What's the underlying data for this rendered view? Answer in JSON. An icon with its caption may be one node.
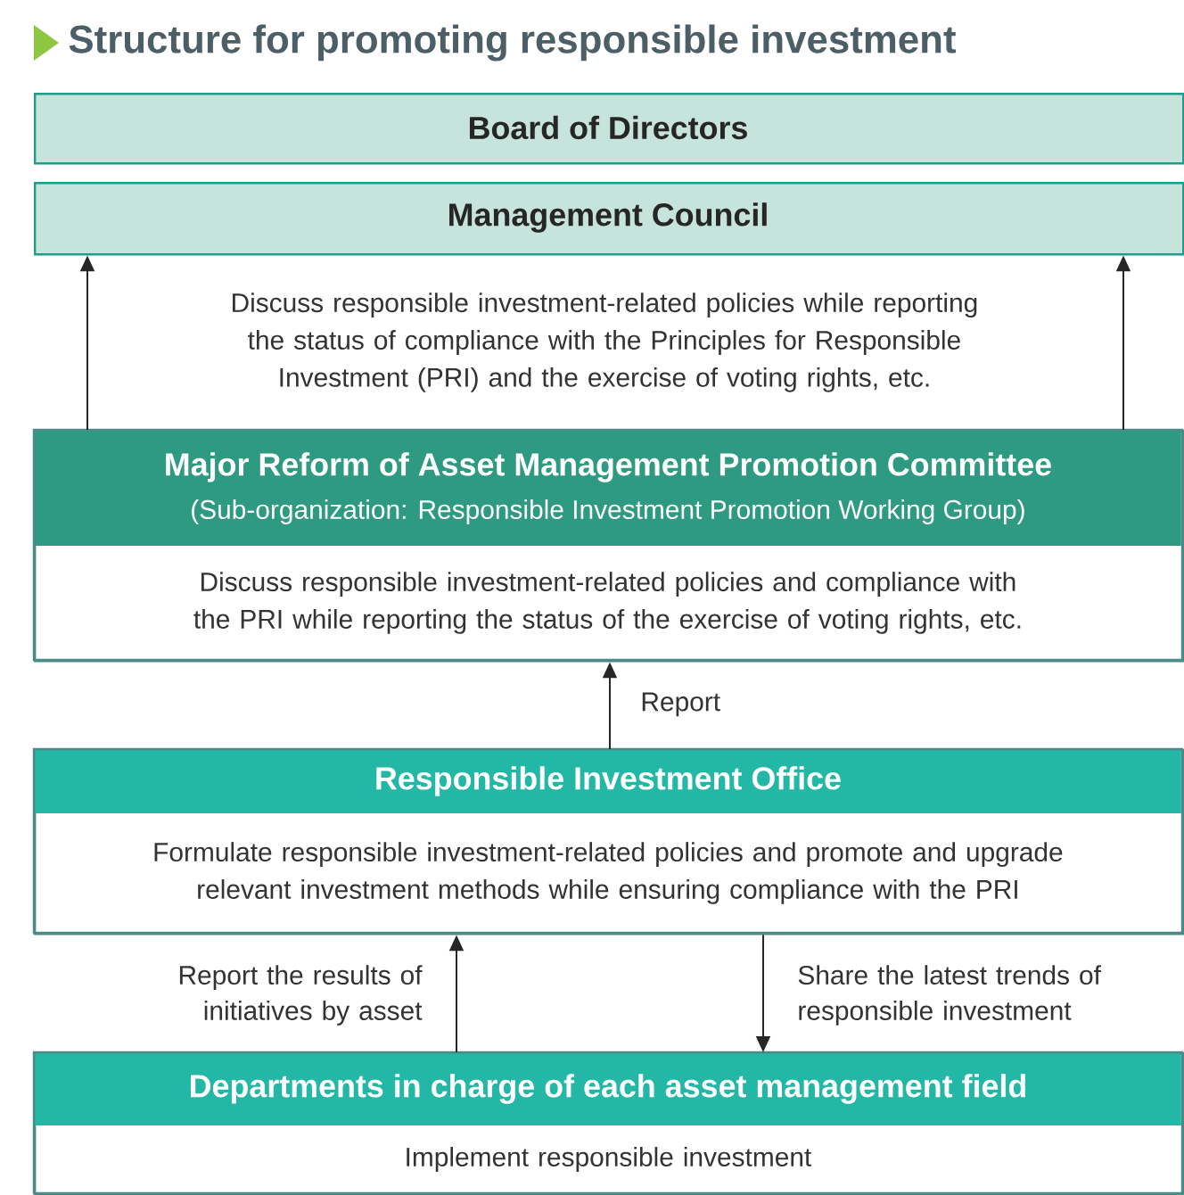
{
  "diagram": {
    "title": "Structure for promoting responsible investment",
    "nodes": [
      {
        "text": [
          "Board of Directors"
        ]
      },
      {
        "text": [
          "Management Council"
        ]
      },
      {
        "text": [
          "Major Reform of Asset Management Promotion Committee",
          "(Sub-organization: Responsible Investment Promotion Working Group)",
          "Discuss responsible investment-related policies and compliance with the PRI while reporting the status of the exercise of voting rights, etc."
        ]
      },
      {
        "text": [
          "Responsible Investment Office",
          "Formulate responsible investment-related policies and promote and upgrade relevant investment methods while ensuring compliance with the PRI"
        ]
      },
      {
        "text": [
          "Departments in charge of each asset management field",
          "Implement responsible investment"
        ]
      }
    ],
    "edges": [
      {
        "from": 2,
        "to": 1,
        "arrow": "to"
      },
      {
        "from": 2,
        "to": 1,
        "arrow": "to"
      },
      {
        "from": 3,
        "to": 2,
        "arrow": "to",
        "label": "Report"
      },
      {
        "from": 4,
        "to": 3,
        "arrow": "to",
        "label": "Report the results of initiatives by asset"
      },
      {
        "from": 3,
        "to": 4,
        "arrow": "to",
        "label": "Share the latest trends of responsible investment"
      }
    ],
    "labels": [
      "Discuss responsible investment-related policies while reporting the status of compliance with the Principles for Responsible Investment (PRI) and the exercise of voting rights, etc."
    ]
  }
}
